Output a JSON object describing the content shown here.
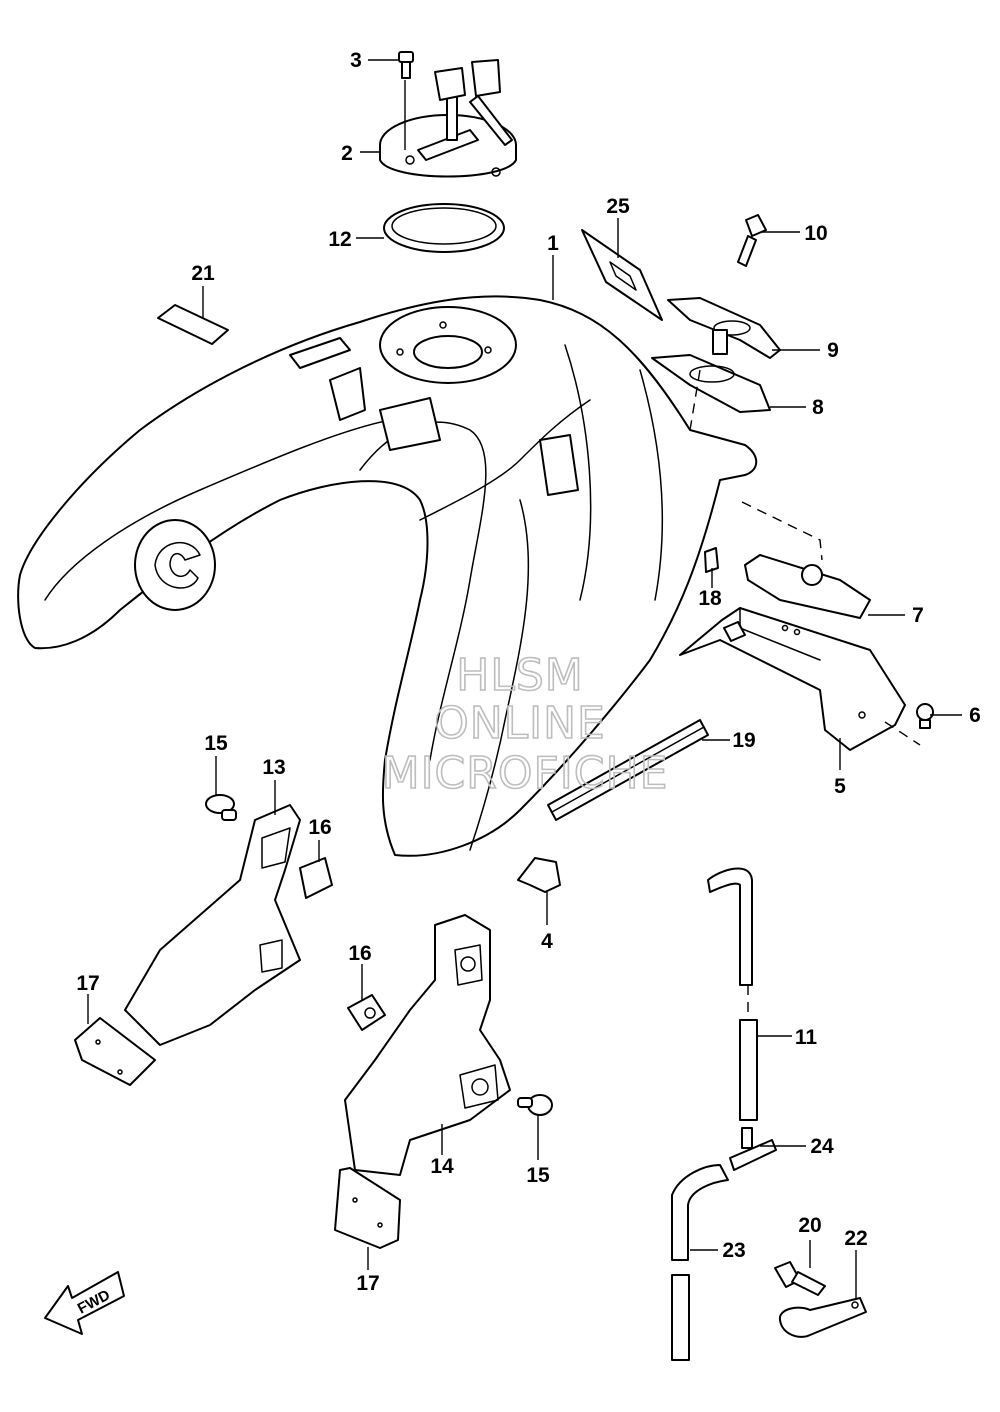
{
  "callouts": {
    "c1": "1",
    "c2": "2",
    "c3": "3",
    "c4": "4",
    "c5": "5",
    "c6": "6",
    "c7": "7",
    "c8": "8",
    "c9": "9",
    "c10": "10",
    "c11": "11",
    "c12": "12",
    "c13": "13",
    "c14": "14",
    "c15a": "15",
    "c15b": "15",
    "c16a": "16",
    "c16b": "16",
    "c17a": "17",
    "c17b": "17",
    "c18": "18",
    "c19": "19",
    "c20": "20",
    "c21": "21",
    "c22": "22",
    "c23": "23",
    "c24": "24",
    "c25": "25"
  },
  "watermark": {
    "line1": "HLSM",
    "line2": "ONLINE",
    "line3": "MICROFICHE"
  },
  "direction_arrow": {
    "label": "FWD",
    "icon": "fwd-arrow-icon"
  }
}
